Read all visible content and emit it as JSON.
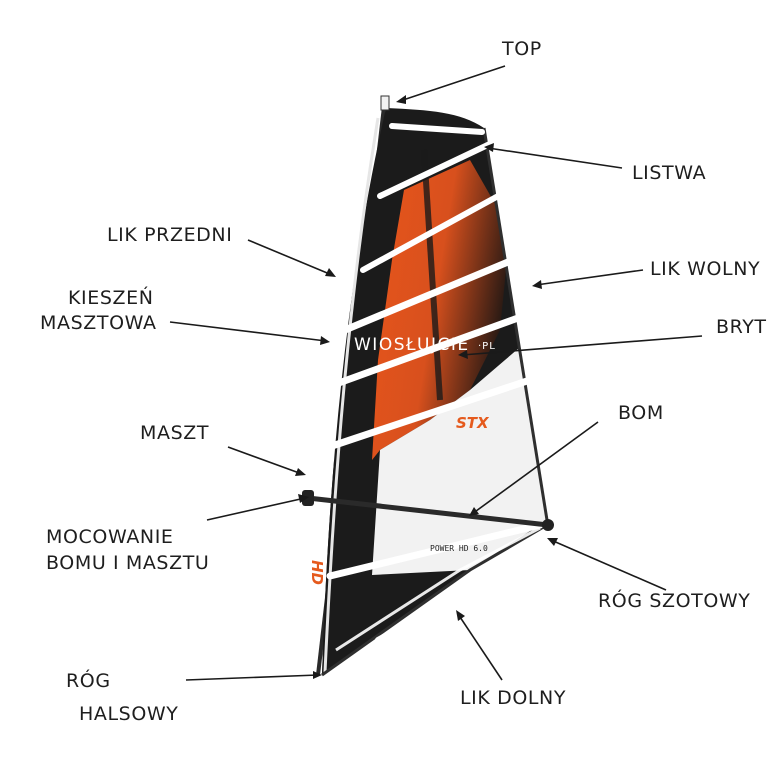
{
  "labels": {
    "top": "TOP",
    "listwa": "LISTWA",
    "lik_przedni": "LIK PRZEDNI",
    "lik_wolny": "LIK WOLNY",
    "kieszen_line1": "KIESZEŃ",
    "kieszen_line2": "MASZTOWA",
    "bryt": "BRYT",
    "maszt": "MASZT",
    "bom": "BOM",
    "mocowanie_line1": "MOCOWANIE",
    "mocowanie_line2": "BOMU I MASZTU",
    "rog_szotowy": "RÓG SZOTOWY",
    "rog_halsowy_line1": "RÓG",
    "rog_halsowy_line2": "HALSOWY",
    "lik_dolny": "LIK DOLNY"
  },
  "sail": {
    "watermark": "WIOSŁUJCIE",
    "watermark_suffix": "·PL",
    "brand": "STX",
    "model": "POWER HD 6.0",
    "luff_print": "HD",
    "colors": {
      "dark": "#1b1b1b",
      "orange": "#e0531c",
      "white_panel": "#f2f2f2",
      "battens": "#ffffff"
    }
  }
}
